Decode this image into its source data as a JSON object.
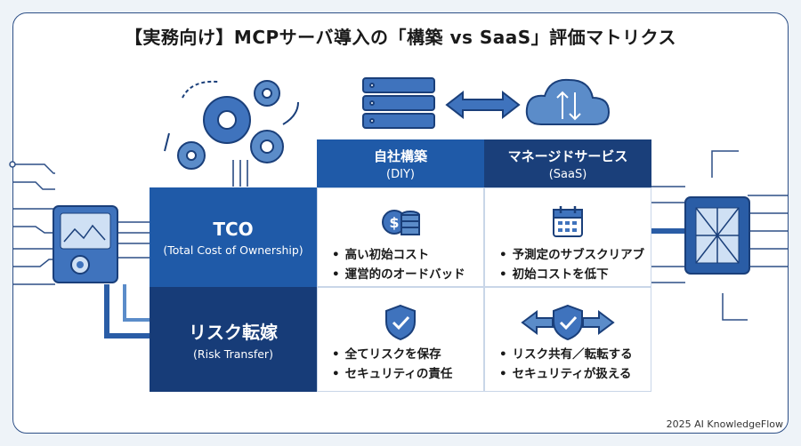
{
  "title": "【実務向け】MCPサーバ導入の「構築 vs SaaS」評価マトリクス",
  "columns": [
    {
      "label": "自社構築",
      "sub": "(DIY)"
    },
    {
      "label": "マネージドサービス",
      "sub": "(SaaS)"
    }
  ],
  "rows": [
    {
      "label": "TCO",
      "sub": "(Total Cost of Ownership)",
      "diy": [
        "高い初始コスト",
        "運営的のオードバッド"
      ],
      "saas": [
        "予測定のサブスクリアブ",
        "初始コストを低下"
      ]
    },
    {
      "label": "リスク転嫁",
      "sub": "(Risk Transfer)",
      "diy": [
        "全てリスクを保存",
        "セキュリティの責任"
      ],
      "saas": [
        "リスク共有／転転する",
        "セキュリティが扱える"
      ]
    }
  ],
  "icons": {
    "gears": "gears-icon",
    "server": "server-icon",
    "exchange": "double-arrow-icon",
    "cloud": "cloud-sync-icon",
    "monitor": "monitor-gear-icon",
    "chip": "chip-icon",
    "coins": "coins-icon",
    "calendar": "calendar-icon",
    "shield": "shield-check-icon",
    "shield_arrows": "shield-arrows-icon"
  },
  "colors": {
    "primary": "#1f5aa8",
    "dark": "#1a3f7a",
    "line": "#2d4f86"
  },
  "credit": "2025 AI KnowledgeFlow"
}
